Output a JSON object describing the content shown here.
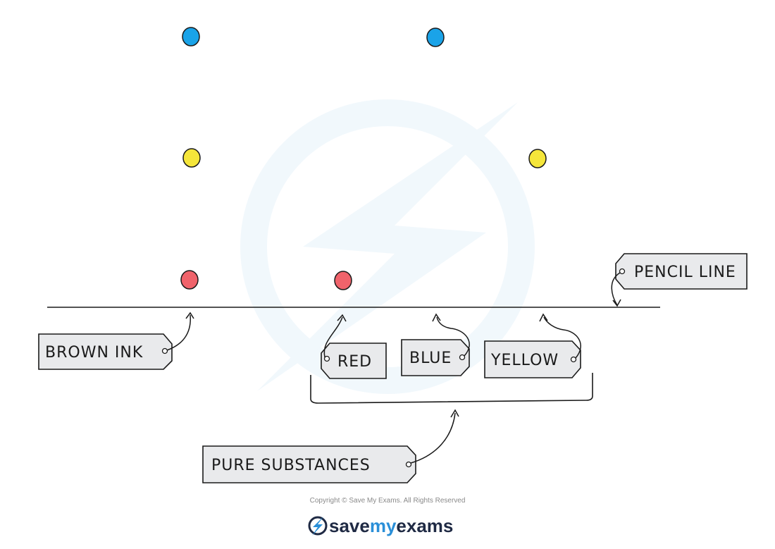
{
  "labels": {
    "pencil_line": "PENCIL LINE",
    "brown_ink": "BROWN INK",
    "red": "RED",
    "blue": "BLUE",
    "yellow": "YELLOW",
    "pure_substances": "PURE SUBSTANCES"
  },
  "footer": {
    "copyright": "Copyright © Save My Exams. All Rights Reserved",
    "brand_save": "save",
    "brand_my": "my",
    "brand_exams": "exams"
  },
  "colors": {
    "blue_spot": "#1aa3e8",
    "yellow_spot": "#f5e63a",
    "red_spot": "#f0636b",
    "tag_fill": "#e9eaec",
    "outline": "#1a1a1a",
    "brand_dark": "#1f2a44",
    "brand_blue": "#2a8fd8"
  }
}
